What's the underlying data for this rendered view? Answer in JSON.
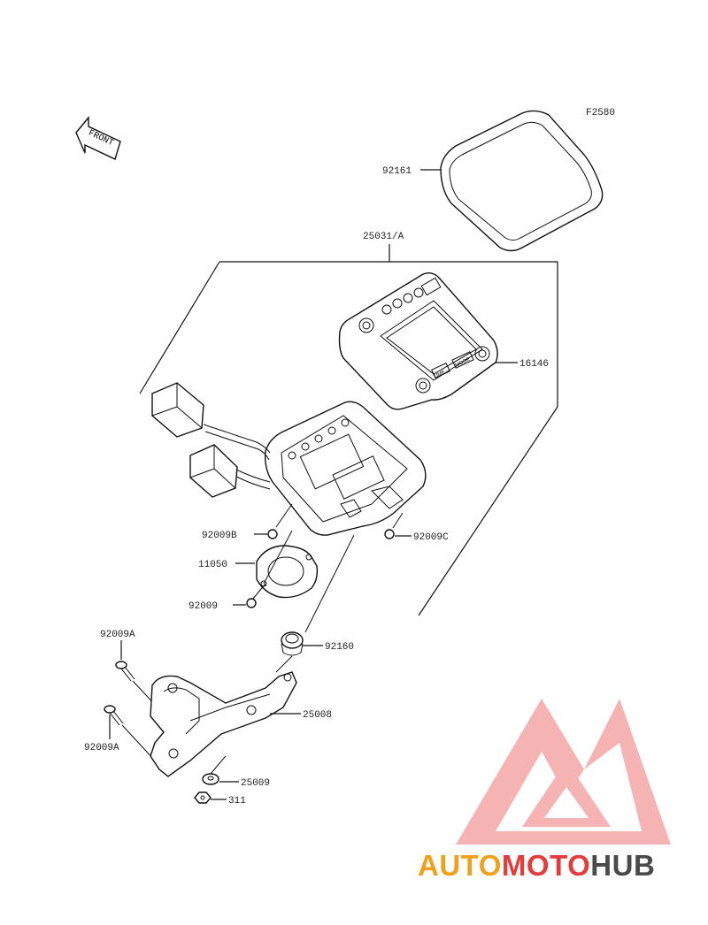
{
  "figure_code": "F2580",
  "front_label": "FRONT",
  "parts": {
    "p92161": "92161",
    "p25031": "25031/A",
    "p16146": "16146",
    "p92009B": "92009B",
    "p92009C": "92009C",
    "p11050": "11050",
    "p92009": "92009",
    "p92160": "92160",
    "p92009A_top": "92009A",
    "p92009A_bottom": "92009A",
    "p25008": "25008",
    "p25009": "25009",
    "p311": "311"
  },
  "meter_buttons": {
    "time": "TIME",
    "mode": "MODE"
  },
  "watermark": {
    "part1": "AUTO",
    "part2": "MOTO",
    "part3": "HUB",
    "colors": {
      "orange": "#f0a11c",
      "red": "#e53b3b",
      "gray": "#4a4a4a",
      "logo_pink": "#f29a9a"
    }
  }
}
